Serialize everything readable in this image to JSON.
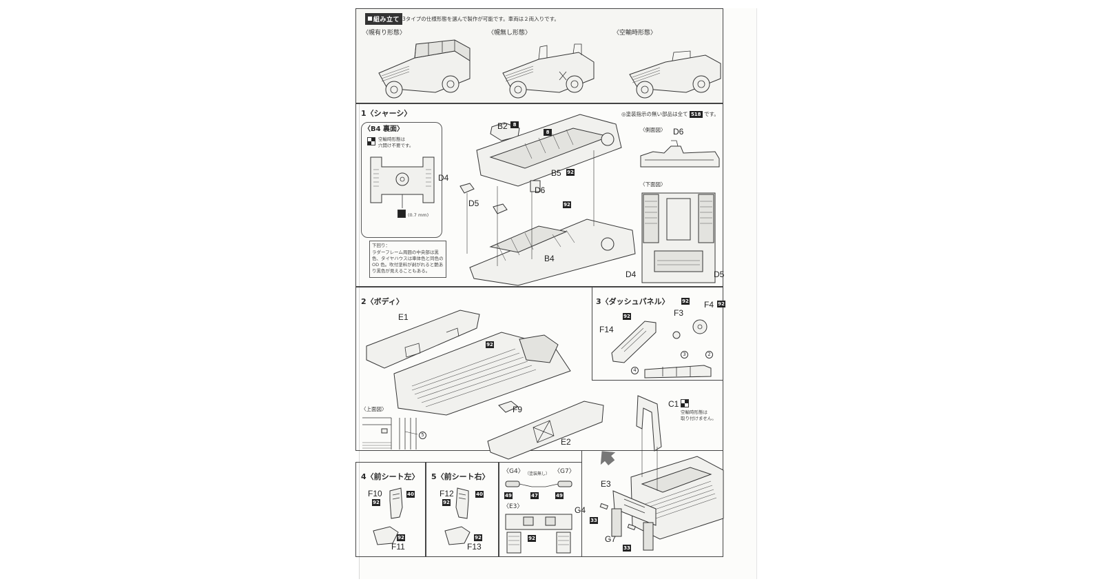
{
  "header": {
    "section_label": "組み立て",
    "intro": "3タイプの仕様形態を選んで製作が可能です。車両は２両入りです。",
    "variants": [
      "〈幌有り形態〉",
      "〈幌無し形態〉",
      "〈空輸時形態〉"
    ]
  },
  "step1": {
    "title": "1〈シャーシ〉",
    "paint_note": "◎塗装指示の無い部品は全て",
    "paint_code": "518",
    "paint_note_end": "です。",
    "b4_panel": {
      "title": "〈B4 裏面〉",
      "airlift_note_1": "空輸時形態は",
      "airlift_note_2": "穴開け不要です。",
      "drill": "(0.7 mm)"
    },
    "note": {
      "heading": "下回り：",
      "lines": [
        "ラダーフレーム周囲の中央部は黒",
        "色、タイヤハウスは車体色と同色の",
        "OD 色。吹付塗料が剥がれると艶あ",
        "り黒色が見えることもある。"
      ]
    },
    "parts": {
      "b2": "B2",
      "b2_code": "8",
      "b5_top_code": "8",
      "b5": "B5",
      "b5_code": "92",
      "d4": "D4",
      "d5": "D5",
      "d6": "D6",
      "b4": "B4",
      "b4_code": "92"
    },
    "side_view": {
      "title": "〈側面図〉",
      "label": "D6"
    },
    "bottom_view": {
      "title": "〈下面図〉",
      "left": "D4",
      "right": "D5"
    }
  },
  "step2": {
    "title": "2〈ボディ〉",
    "e1": "E1",
    "e2": "E2",
    "f9": "F9",
    "code_92": "92",
    "top_view": "〈上面図〉",
    "circle5": "5",
    "c1": "C1",
    "c1_note_1": "空輸時形態は",
    "c1_note_2": "取り付けません。",
    "e3": "E3",
    "g4": "G4",
    "g7": "G7",
    "code_33": "33"
  },
  "step3": {
    "title": "3〈ダッシュパネル〉",
    "title_code": "92",
    "f14": "F14",
    "f14_code": "92",
    "f3": "F3",
    "f4": "F4",
    "f4_code": "92",
    "c2": "2",
    "c3": "3",
    "c4": "4"
  },
  "step4": {
    "title": "4〈前シート左〉",
    "f10": "F10",
    "f11": "F11",
    "code_92": "92",
    "code_40": "40"
  },
  "step5": {
    "title": "5〈前シート右〉",
    "f12": "F12",
    "f13": "F13",
    "code_92": "92",
    "code_40": "40"
  },
  "g_panel": {
    "g4": "〈G4〉",
    "g7": "〈G7〉",
    "no_paint": "（塗装無し）",
    "code_49": "49",
    "code_47": "47",
    "e3": "〈E3〉",
    "e3_code": "92"
  }
}
